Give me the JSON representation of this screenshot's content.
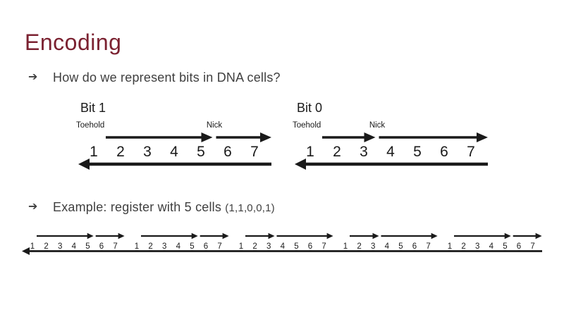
{
  "slide": {
    "title": "Encoding",
    "title_color": "#7b2231",
    "text_color": "#3f3f3f",
    "bullet_icon": "➔",
    "bullets": [
      {
        "text": "How do we represent bits in DNA cells?"
      },
      {
        "text": "Example: register with 5 cells ",
        "suffix": "(1,1,0,0,1)"
      }
    ]
  },
  "diagram": {
    "ink_color": "#1a1a1a",
    "domain_numbers": [
      "1",
      "2",
      "3",
      "4",
      "5",
      "6",
      "7"
    ],
    "toehold_label": "Toehold",
    "nick_label": "Nick",
    "bits": [
      {
        "label": "Bit 1",
        "value": 1,
        "nick_after_domain": 5
      },
      {
        "label": "Bit 0",
        "value": 0,
        "nick_after_domain": 3
      }
    ]
  },
  "register": {
    "cells": [
      1,
      1,
      0,
      0,
      1
    ]
  }
}
